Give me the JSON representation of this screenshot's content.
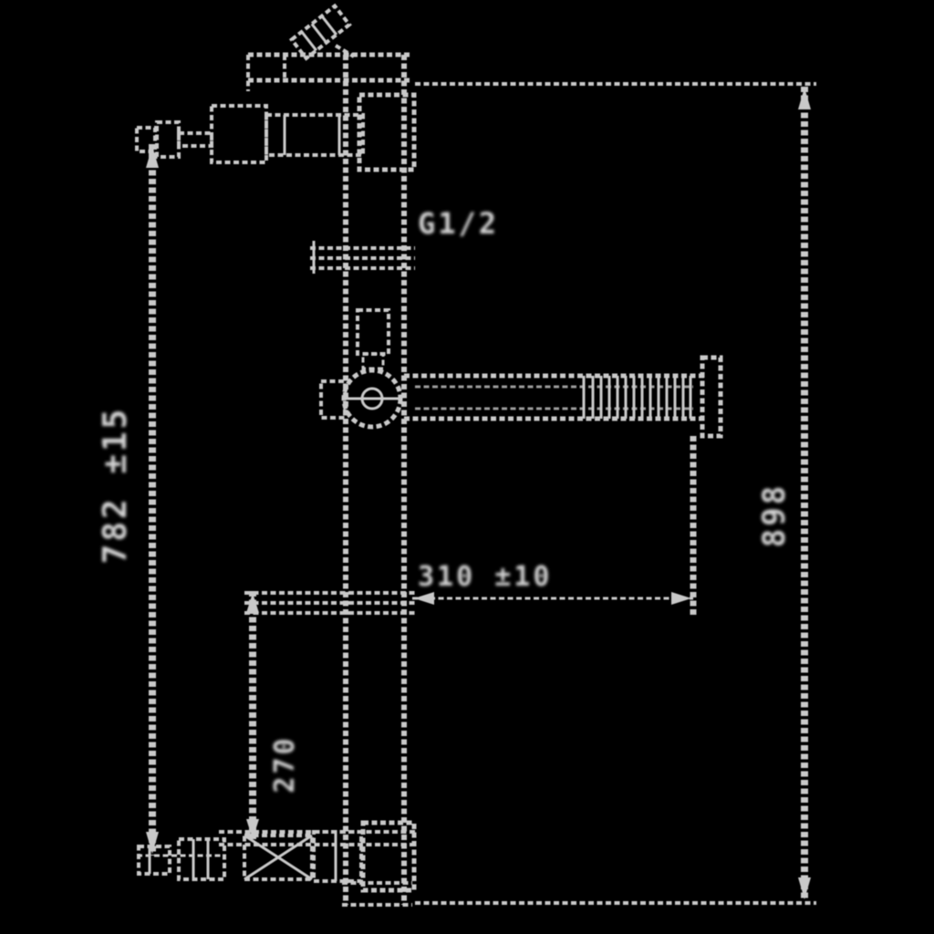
{
  "canvas": {
    "background": "#000000",
    "line_color": "#c9c9c9",
    "text_color": "#d6d6d6"
  },
  "labels": {
    "thread_top": "G1/2",
    "spout_length": "310 ±10",
    "overall_height": "898",
    "column_height": "782 ±15",
    "lower_section": "270"
  }
}
